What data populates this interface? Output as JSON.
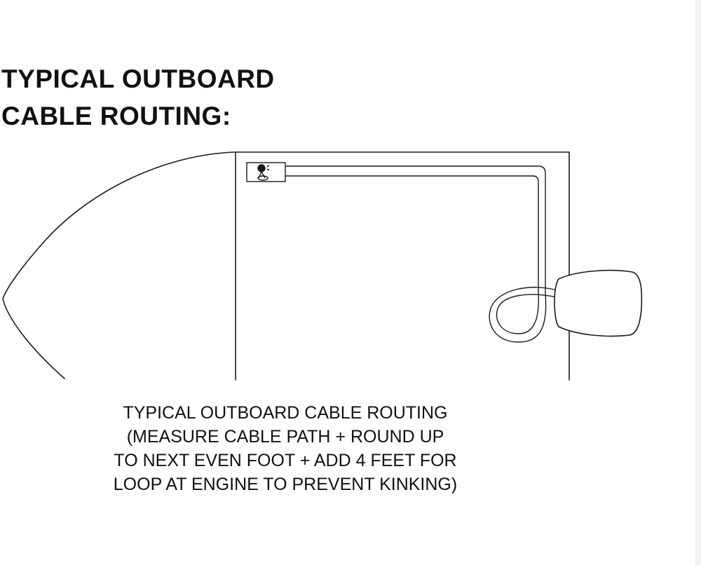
{
  "heading": {
    "line1": "TYPICAL OUTBOARD",
    "line2": "CABLE ROUTING:"
  },
  "caption": {
    "line1": "TYPICAL OUTBOARD CABLE ROUTING",
    "line2": "(MEASURE CABLE PATH + ROUND UP",
    "line3": "TO NEXT EVEN FOOT + ADD 4 FEET FOR",
    "line4": "LOOP AT ENGINE TO PREVENT KINKING)"
  },
  "colors": {
    "line": "#1a1a1a",
    "background": "#ffffff",
    "edge_strip": "#eef4f8"
  },
  "icons": {
    "control": "throttle-control-icon",
    "engine": "outboard-engine-icon"
  }
}
